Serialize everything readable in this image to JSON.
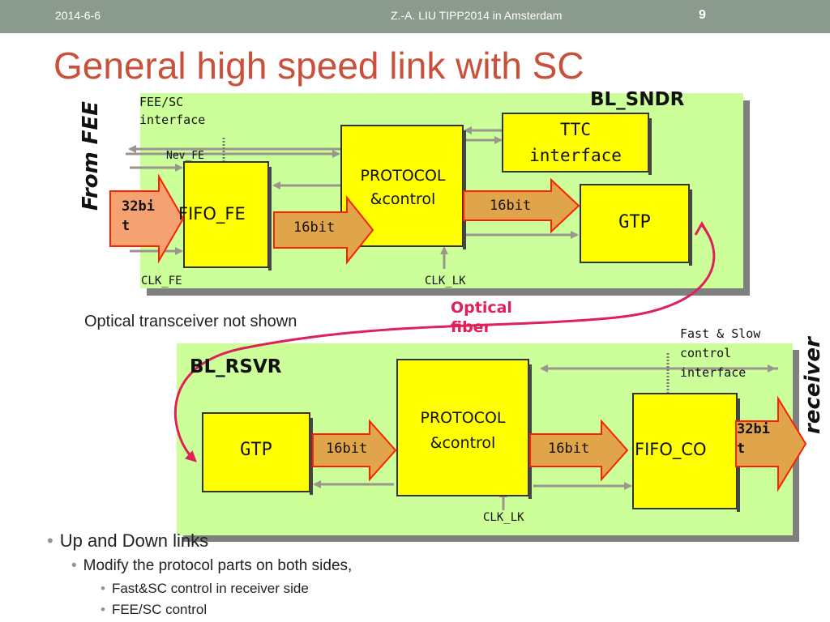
{
  "header": {
    "date": "2014-6-6",
    "center": "Z.-A. LIU  TIPP2014 in Amsterdam",
    "page": "9"
  },
  "title": "General high speed link with SC",
  "top_block": {
    "name": "BL_SNDR",
    "side_label": "From FEE",
    "fee_sc_label": "FEE/SC\ninterface",
    "nev_label": "Nev_FE",
    "input_label": "32bi\nt",
    "fifo_label": "FIFO_FE",
    "fifo_out_label": "16bit",
    "protocol_label": "PROTOCOL\n&control",
    "protocol_out_label": "16bit",
    "ttc_label": "TTC\ninterface",
    "gtp_label": "GTP",
    "clk_fe": "CLK_FE",
    "clk_lk": "CLK_LK"
  },
  "fiber_label": "Optical\nfiber",
  "caption": "Optical transceiver not shown",
  "bottom_block": {
    "name": "BL_RSVR",
    "side_label": "receiver",
    "fsc_label": "Fast & Slow\ncontrol\ninterface",
    "gtp_label": "GTP",
    "gtp_out_label": "16bit",
    "protocol_label": "PROTOCOL\n&control",
    "protocol_out_label": "16bit",
    "fifo_label": "FIFO_CO",
    "output_label": "32bi\nt",
    "clk_lk": "CLK_LK"
  },
  "bullets": {
    "l1": "Up and Down links",
    "l2": "Modify the protocol parts on both sides,",
    "l3a": "Fast&SC control in receiver side",
    "l3b": "FEE/SC control"
  },
  "colors": {
    "panel": "#ccff99",
    "block": "#ffff00",
    "arrow_fill": "#e0a44a",
    "arrow_stroke": "#ff2000",
    "fiber": "#e0205a",
    "title": "#c9503a"
  }
}
